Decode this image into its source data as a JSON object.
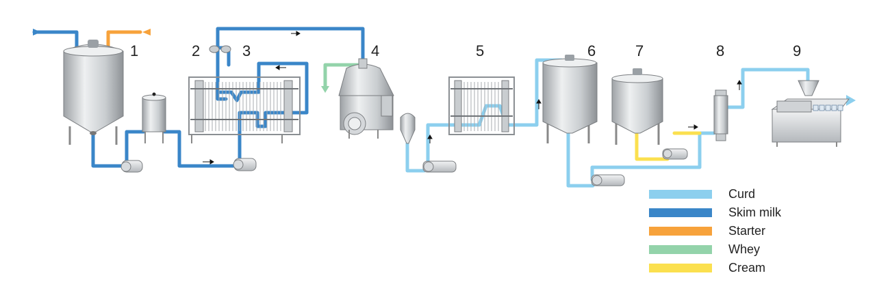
{
  "colors": {
    "curd": "#8ccfee",
    "skim_milk": "#3a86c8",
    "starter": "#f7a23b",
    "whey": "#93d3aa",
    "cream": "#fbe04f",
    "steel_light": "#e6e8ea",
    "steel_mid": "#b9bdc1",
    "steel_dark": "#7d8186"
  },
  "step_numbers": [
    "1",
    "2",
    "3",
    "4",
    "5",
    "6",
    "7",
    "8",
    "9"
  ],
  "legend": [
    {
      "label": "Curd",
      "color": "#8ccfee"
    },
    {
      "label": "Skim milk",
      "color": "#3a86c8"
    },
    {
      "label": "Starter",
      "color": "#f7a23b"
    },
    {
      "label": "Whey",
      "color": "#93d3aa"
    },
    {
      "label": "Cream",
      "color": "#fbe04f"
    }
  ]
}
